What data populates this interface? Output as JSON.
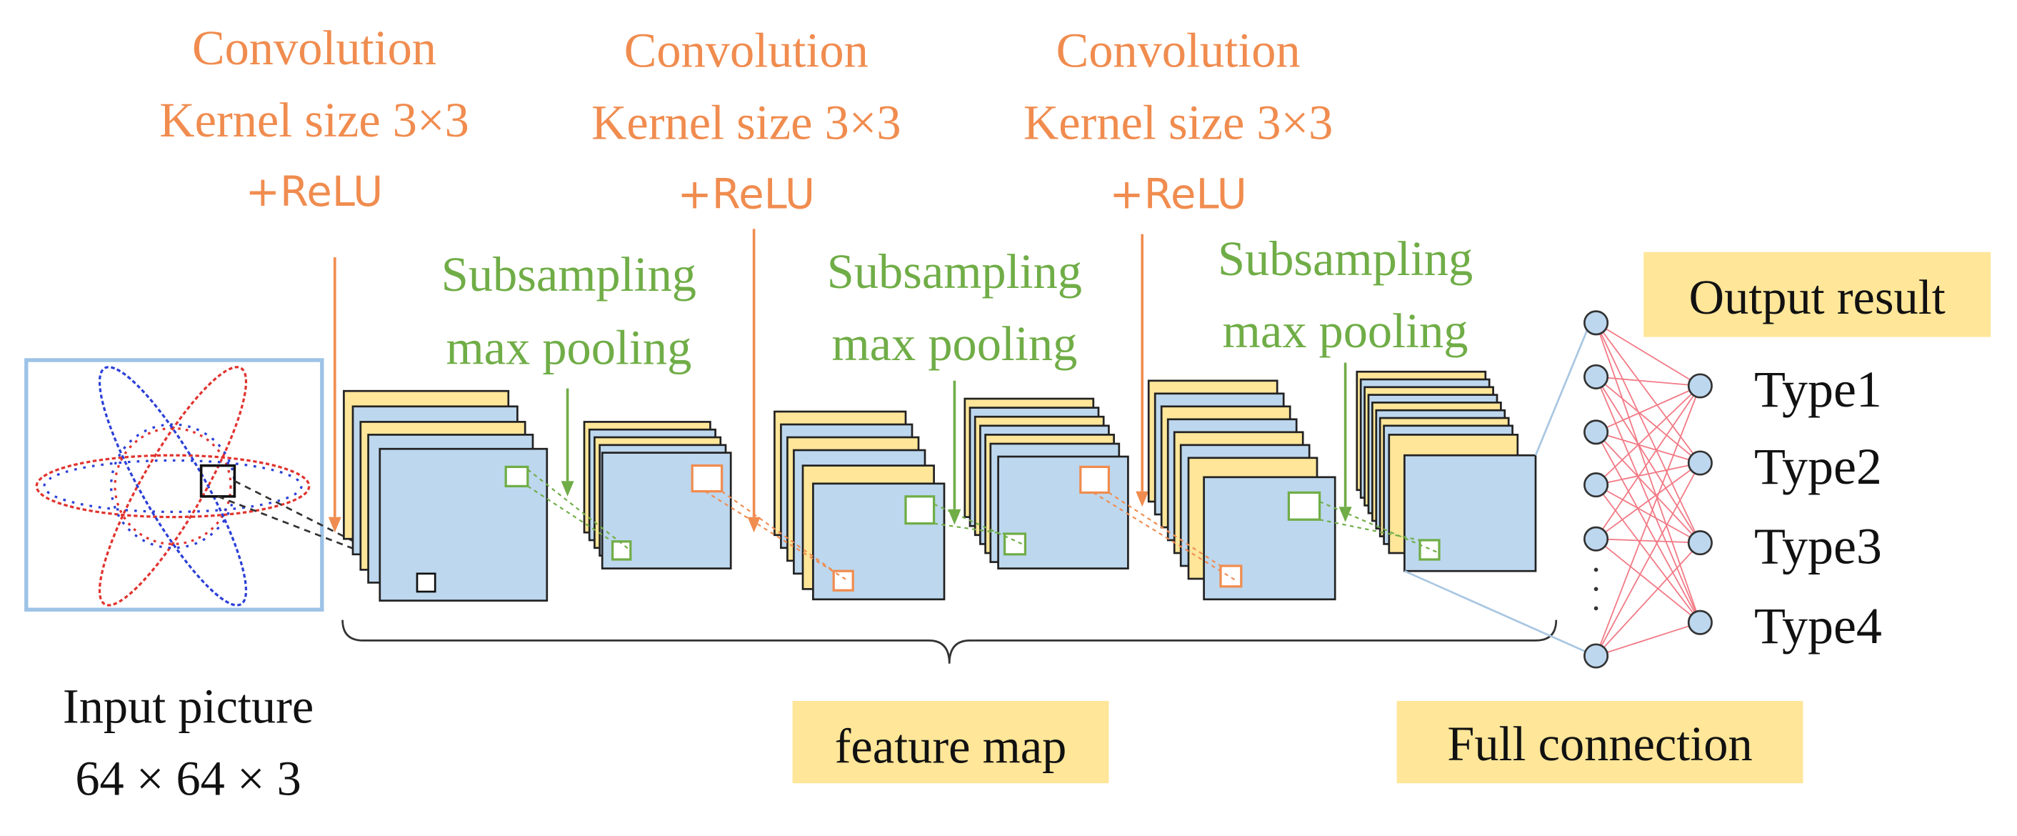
{
  "colors": {
    "conv": "#F08C4F",
    "pool": "#70AD47",
    "fmap_blue": "#BDD7EE",
    "fmap_yellow": "#FFE699",
    "highlight": "#FFE699",
    "line_red": "#F27A86",
    "line_blue": "#A9C7E2",
    "neuron": "#BDD7EE",
    "stroke": "#222222",
    "input_red": "#E0332E",
    "input_blue": "#2B3FD6"
  },
  "conv_stages": [
    {
      "line1": "Convolution",
      "line2": "Kernel size 3×3",
      "activation": "+ReLU"
    },
    {
      "line1": "Convolution",
      "line2": "Kernel size 3×3",
      "activation": "+ReLU"
    },
    {
      "line1": "Convolution",
      "line2": "Kernel size 3×3",
      "activation": "+ReLU"
    }
  ],
  "pool_stages": [
    {
      "line1": "Subsampling",
      "line2": "max pooling"
    },
    {
      "line1": "Subsampling",
      "line2": "max pooling"
    },
    {
      "line1": "Subsampling",
      "line2": "max pooling"
    }
  ],
  "input": {
    "label": "Input  picture",
    "dims": "64 × 64 × 3"
  },
  "feature_map_label": "feature map",
  "full_connection_label": "Full connection",
  "output_label": "Output result",
  "outputs": [
    "Type1",
    "Type2",
    "Type3",
    "Type4"
  ]
}
